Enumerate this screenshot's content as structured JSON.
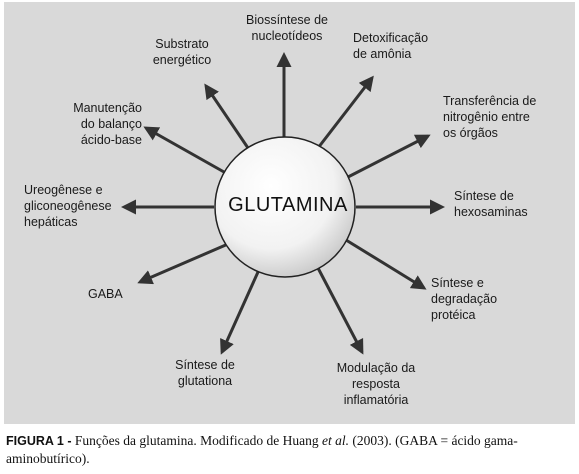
{
  "hub": {
    "label": "GLUTAMINA"
  },
  "nodes": [
    {
      "id": "biossintese",
      "text": "Biossíntese de\nnucleotídeos"
    },
    {
      "id": "detox",
      "text": "Detoxificação\nde amônia"
    },
    {
      "id": "transferencia",
      "text": "Transferência de\nnitrogênio entre\nos órgãos"
    },
    {
      "id": "hexosaminas",
      "text": "Síntese de\nhexosaminas"
    },
    {
      "id": "proteica",
      "text": "Síntese e\ndegradação\nprotéica"
    },
    {
      "id": "inflamatoria",
      "text": "Modulação da\nresposta\ninflamatória"
    },
    {
      "id": "glutationa",
      "text": "Síntese de\nglutationa"
    },
    {
      "id": "gaba",
      "text": "GABA"
    },
    {
      "id": "ureogenese",
      "text": "Ureogênese e\ngliconeogênese\nhepáticas"
    },
    {
      "id": "acido-base",
      "text": "Manutenção\ndo balanço\nácido-base"
    },
    {
      "id": "substrato",
      "text": "Substrato\nenergético"
    }
  ],
  "caption": {
    "label": "FIGURA 1 -",
    "text_before": " Funções da glutamina. Modificado de Huang ",
    "italic": "et al.",
    "text_after": " (2003). (GABA = ácido gama-aminobutírico)."
  }
}
